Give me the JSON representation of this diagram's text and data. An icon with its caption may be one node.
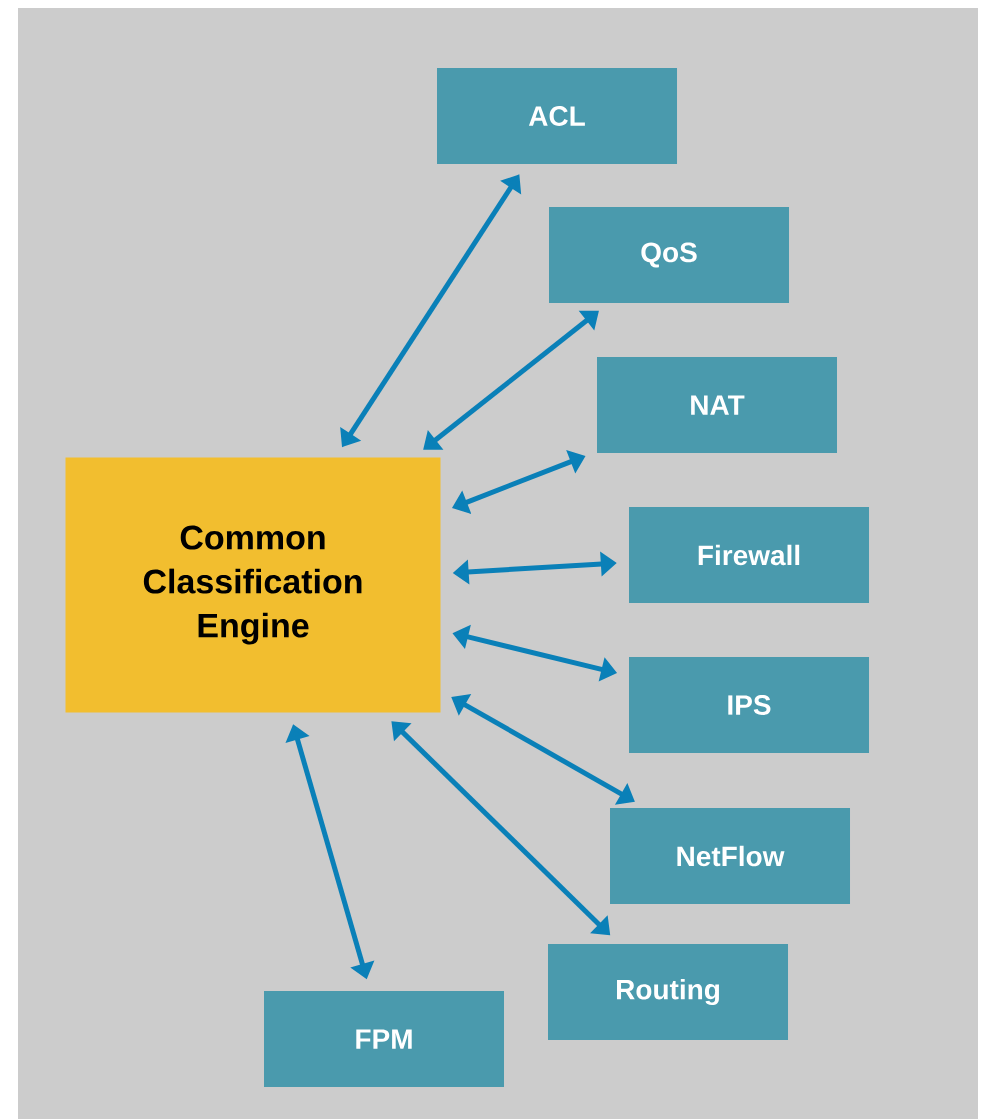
{
  "diagram": {
    "nodes": [
      {
        "text": [
          "ACL"
        ]
      },
      {
        "text": [
          "QoS"
        ]
      },
      {
        "text": [
          "NAT"
        ]
      },
      {
        "text": [
          "Common Classification Engine"
        ]
      },
      {
        "text": [
          "Firewall"
        ]
      },
      {
        "text": [
          "IPS"
        ]
      },
      {
        "text": [
          "NetFlow"
        ]
      },
      {
        "text": [
          "Routing"
        ]
      },
      {
        "text": [
          "FPM"
        ]
      }
    ],
    "edges": [
      {
        "from": 3,
        "to": 0,
        "arrow": "both"
      },
      {
        "from": 3,
        "to": 1,
        "arrow": "both"
      },
      {
        "from": 3,
        "to": 2,
        "arrow": "both"
      },
      {
        "from": 3,
        "to": 4,
        "arrow": "both"
      },
      {
        "from": 3,
        "to": 5,
        "arrow": "both"
      },
      {
        "from": 3,
        "to": 6,
        "arrow": "both"
      },
      {
        "from": 3,
        "to": 7,
        "arrow": "both"
      },
      {
        "from": 3,
        "to": 8,
        "arrow": "both"
      }
    ]
  }
}
